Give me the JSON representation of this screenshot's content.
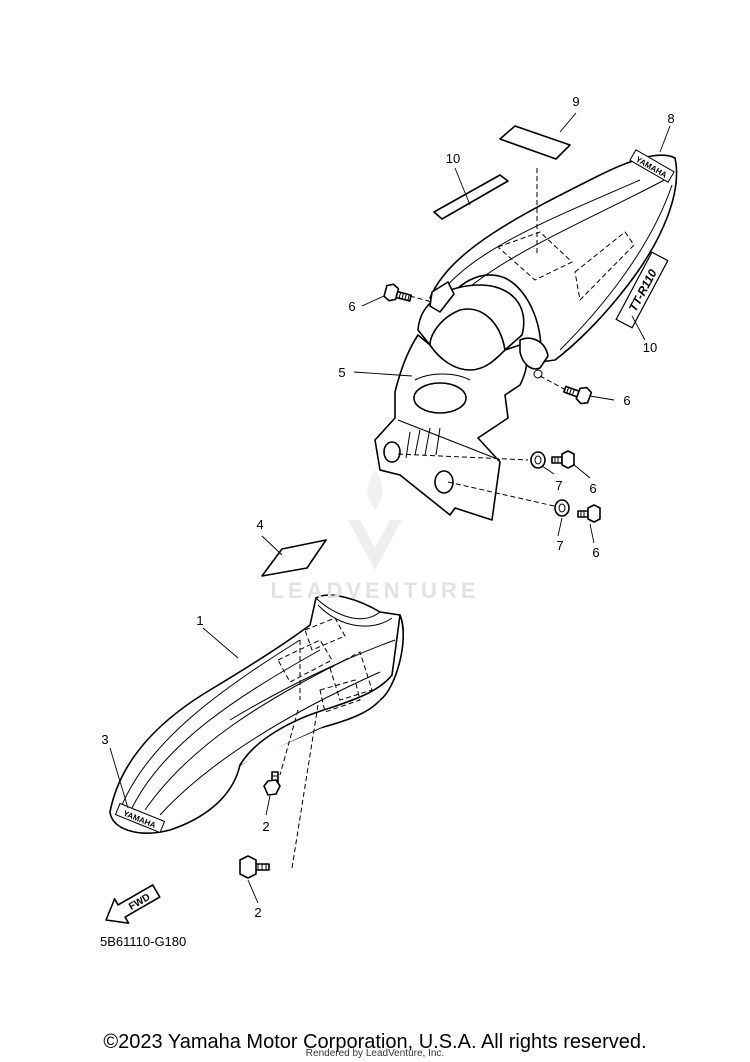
{
  "diagram": {
    "callouts": {
      "c1": "1",
      "c2a": "2",
      "c2b": "2",
      "c3": "3",
      "c4": "4",
      "c5": "5",
      "c6a": "6",
      "c6b": "6",
      "c6c": "6",
      "c6d": "6",
      "c7a": "7",
      "c7b": "7",
      "c8": "8",
      "c9": "9",
      "c10a": "10",
      "c10b": "10"
    },
    "decal_text": {
      "front_logo": "YAMAHA",
      "rear_logo": "YAMAHA",
      "side_model": "TT-R110"
    },
    "fwd_label": "FWD",
    "diagram_code": "5B61110-G180"
  },
  "watermark": {
    "brand": "LEADVENTURE"
  },
  "footer": {
    "copyright": "©2023 Yamaha Motor Corporation, U.S.A. All rights reserved.",
    "rendered_by": "Rendered by LeadVenture, Inc."
  }
}
